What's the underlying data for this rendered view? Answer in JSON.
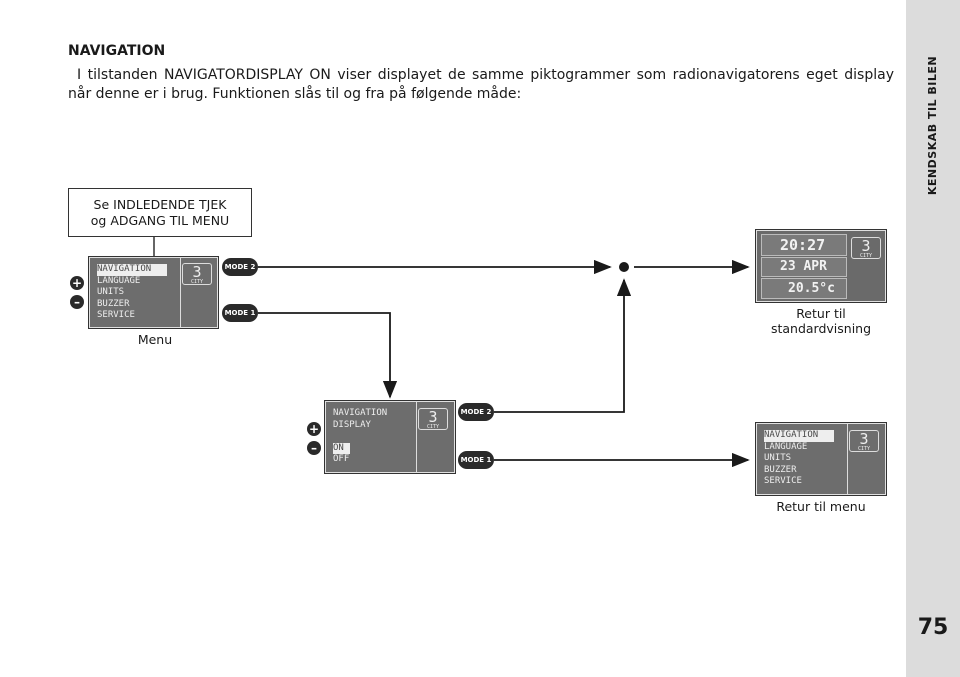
{
  "sidebar": {
    "title": "KENDSKAB TIL BILEN",
    "page_number": "75"
  },
  "heading": "NAVIGATION",
  "paragraph": "I tilstanden NAVIGATORDISPLAY ON viser displayet de samme piktogrammer som radionavigatorens eget display når denne er i brug. Funktionen slås til og fra på følgende måde:",
  "hint_box": {
    "line1": "Se INDLEDENDE TJEK",
    "line2": "og ADGANG TIL MENU"
  },
  "menu_display": {
    "lines": [
      "NAVIGATION",
      "LANGUAGE",
      "UNITS",
      "BUZZER",
      "SERVICE"
    ],
    "badge_num": "3",
    "badge_label": "CITY",
    "caption": "Menu"
  },
  "nav_display": {
    "line1": "NAVIGATION",
    "line2": "DISPLAY",
    "on": "ON",
    "off": "OFF",
    "badge_num": "3",
    "badge_label": "CITY"
  },
  "standard_display": {
    "time": "20:27",
    "date": "23 APR",
    "temp": "20.5°c",
    "badge_num": "3",
    "badge_label": "CITY",
    "caption_line1": "Retur til",
    "caption_line2": "standardvisning"
  },
  "return_menu_display": {
    "lines": [
      "NAVIGATION",
      "LANGUAGE",
      "UNITS",
      "BUZZER",
      "SERVICE"
    ],
    "badge_num": "3",
    "badge_label": "CITY",
    "caption": "Retur til menu"
  },
  "buttons": {
    "mode2": "MODE 2",
    "mode1": "MODE 1",
    "plus": "+",
    "minus": "–"
  }
}
